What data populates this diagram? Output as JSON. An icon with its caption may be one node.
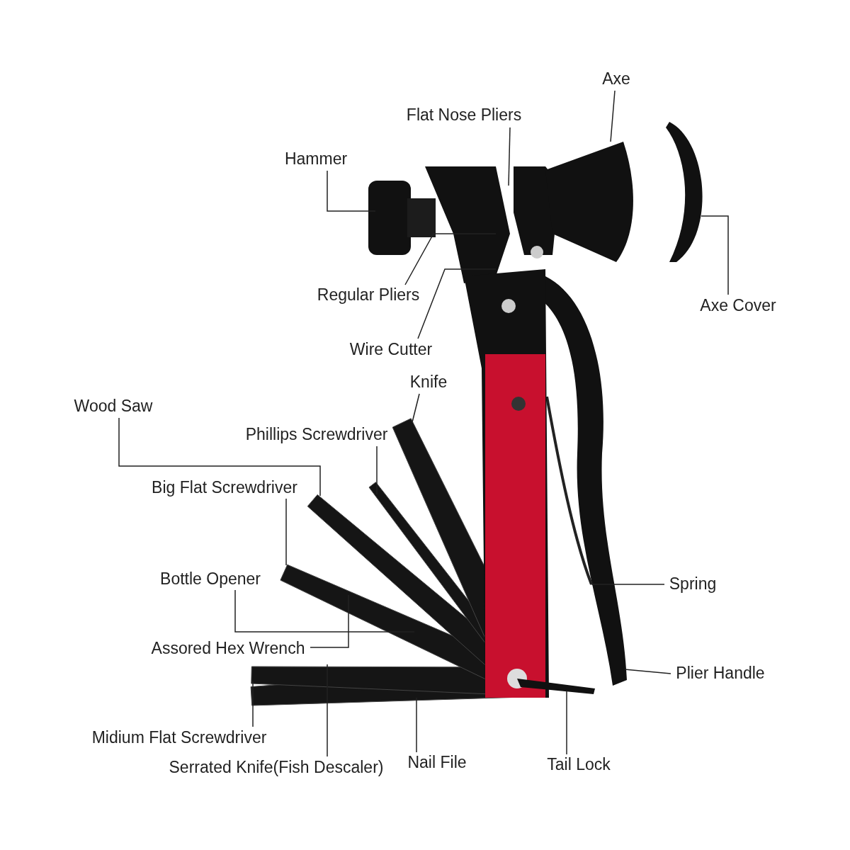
{
  "diagram": {
    "nodes": [
      {
        "text": [
          "Axe"
        ]
      },
      {
        "text": [
          "Flat Nose Pliers"
        ]
      },
      {
        "text": [
          "Hammer"
        ]
      },
      {
        "text": [
          "Axe Cover"
        ]
      },
      {
        "text": [
          "Regular Pliers"
        ]
      },
      {
        "text": [
          "Wire Cutter"
        ]
      },
      {
        "text": [
          "Knife"
        ]
      },
      {
        "text": [
          "Wood Saw"
        ]
      },
      {
        "text": [
          "Phillips Screwdriver"
        ]
      },
      {
        "text": [
          "Big Flat Screwdriver"
        ]
      },
      {
        "text": [
          "Spring"
        ]
      },
      {
        "text": [
          "Bottle Opener"
        ]
      },
      {
        "text": [
          "Assored Hex Wrench"
        ]
      },
      {
        "text": [
          "Plier Handle"
        ]
      },
      {
        "text": [
          "Midium Flat Screwdriver"
        ]
      },
      {
        "text": [
          "Serrated Knife(Fish Descaler)"
        ]
      },
      {
        "text": [
          "Nail File"
        ]
      },
      {
        "text": [
          "Tail Lock"
        ]
      }
    ],
    "edges": [
      {
        "from": 0,
        "to": null,
        "arrow": "none"
      },
      {
        "from": 1,
        "to": null,
        "arrow": "none"
      },
      {
        "from": 2,
        "to": null,
        "arrow": "none"
      },
      {
        "from": 3,
        "to": null,
        "arrow": "none"
      },
      {
        "from": 4,
        "to": null,
        "arrow": "none"
      },
      {
        "from": 5,
        "to": null,
        "arrow": "none"
      },
      {
        "from": 6,
        "to": null,
        "arrow": "none"
      },
      {
        "from": 7,
        "to": null,
        "arrow": "none"
      },
      {
        "from": 8,
        "to": null,
        "arrow": "none"
      },
      {
        "from": 9,
        "to": null,
        "arrow": "none"
      },
      {
        "from": 10,
        "to": null,
        "arrow": "none"
      },
      {
        "from": 11,
        "to": null,
        "arrow": "none"
      },
      {
        "from": 12,
        "to": null,
        "arrow": "none"
      },
      {
        "from": 13,
        "to": null,
        "arrow": "none"
      },
      {
        "from": 14,
        "to": null,
        "arrow": "none"
      },
      {
        "from": 15,
        "to": null,
        "arrow": "none"
      },
      {
        "from": 16,
        "to": null,
        "arrow": "none"
      },
      {
        "from": 17,
        "to": null,
        "arrow": "none"
      }
    ]
  }
}
